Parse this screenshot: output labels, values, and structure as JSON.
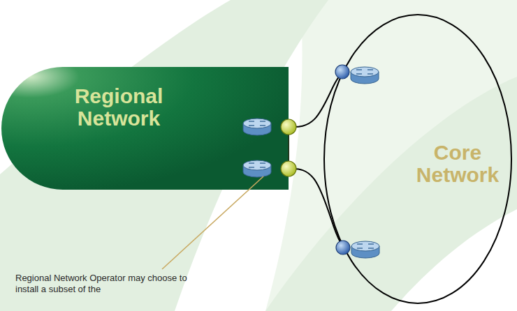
{
  "diagram": {
    "nodes": [
      {
        "text": [
          "Regional Network"
        ]
      },
      {
        "text": [
          "Core Network"
        ]
      }
    ],
    "edges": [
      {
        "from": 0,
        "to": 1,
        "arrow": "none"
      },
      {
        "from": 0,
        "to": 1,
        "arrow": "none"
      }
    ],
    "labels": [
      "Regional Network Operator may choose to install a subset of the"
    ]
  }
}
